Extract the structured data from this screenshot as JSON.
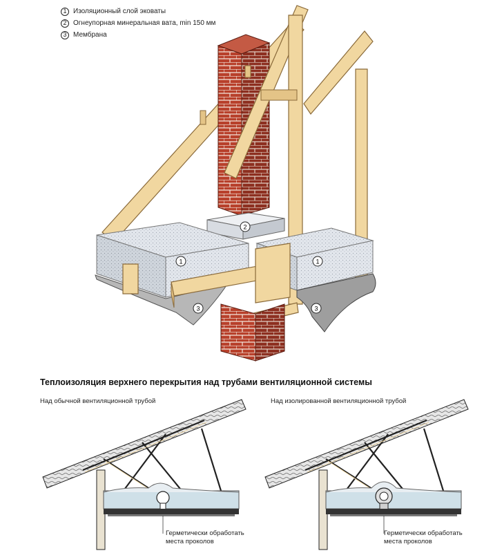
{
  "legend": [
    {
      "num": "1",
      "label": "Изоляционный слой эковаты"
    },
    {
      "num": "2",
      "label": "Огнеупорная минеральная вата, min 150 мм"
    },
    {
      "num": "3",
      "label": "Мембрана"
    }
  ],
  "callouts": {
    "wool_left": "1",
    "wool_right": "1",
    "mineral": "2",
    "membrane_left": "3",
    "membrane_right": "3"
  },
  "section_title": "Теплоизоляция верхнего перекрытия над трубами вентиляционной системы",
  "left_detail": {
    "caption": "Над обычной вентиляционной трубой",
    "note_line1": "Герметически обработать",
    "note_line2": "места проколов"
  },
  "right_detail": {
    "caption": "Над изолированной вентиляционной трубой",
    "note_line1": "Герметически обработать",
    "note_line2": "места проколов"
  },
  "colors": {
    "wood": "#f1d7a0",
    "wood_edge": "#8a6a3a",
    "brick": "#b8402b",
    "insulation": "#dfe4ea",
    "membrane": "#b7b7b7"
  }
}
